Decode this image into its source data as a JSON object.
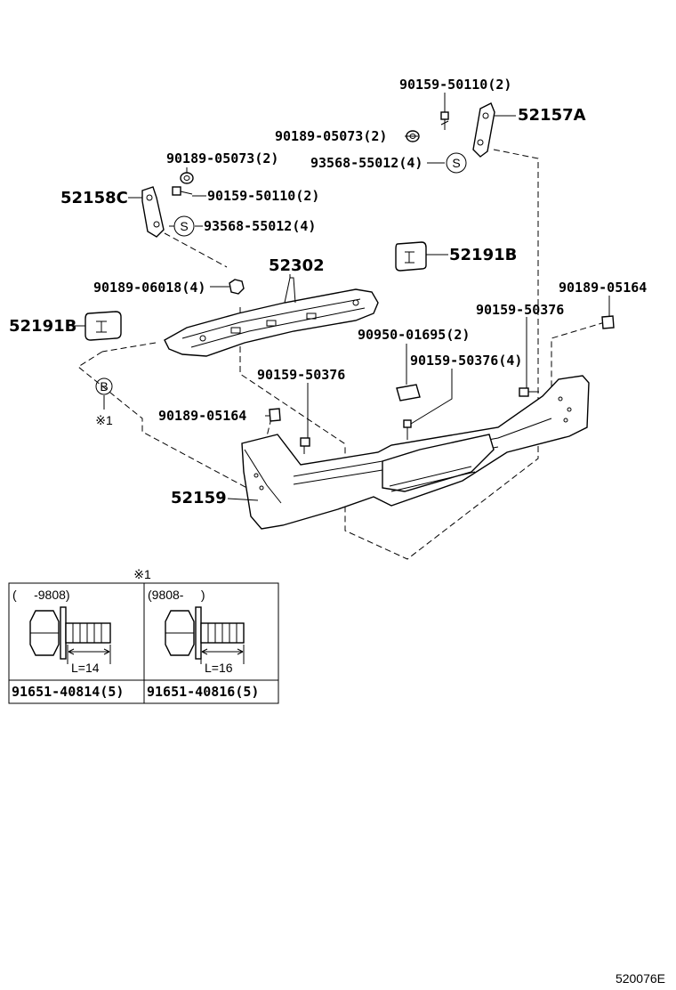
{
  "callouts": {
    "c1": "90159-50110(2)",
    "c2": "52157A",
    "c3": "90189-05073(2)",
    "c4": "93568-55012(4)",
    "c5": "90189-05073(2)",
    "c6": "52158C",
    "c7": "90159-50110(2)",
    "c8": "93568-55012(4)",
    "c9": "52302",
    "c10": "52191B",
    "c11": "90189-06018(4)",
    "c12": "90189-05164",
    "c13": "52191B",
    "c14": "90159-50376",
    "c15": "90950-01695(2)",
    "c16": "90159-50376(4)",
    "c17": "90159-50376",
    "c18": "90189-05164",
    "c19": "52159"
  },
  "symbols": {
    "s_mark": "S",
    "b_mark": "B",
    "note_mark": "※1",
    "inset_ref": "※1"
  },
  "inset": {
    "left_range": "(     -9808)",
    "right_range": "(9808-     )",
    "left_length": "L=14",
    "right_length": "L=16",
    "left_part": "91651-40814(5)",
    "right_part": "91651-40816(5)"
  },
  "figure_id": "520076E"
}
